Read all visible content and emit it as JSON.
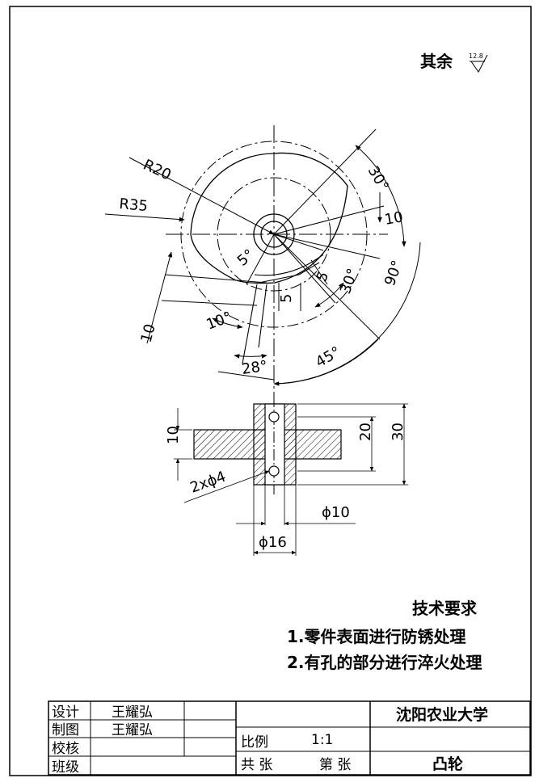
{
  "surface_note": {
    "label": "其余",
    "roughness": "12.8"
  },
  "cam_view": {
    "radius_labels": [
      "R20",
      "R35"
    ],
    "angle_labels": [
      "30°",
      "90°",
      "45°",
      "30°",
      "28°",
      "10°",
      "5°"
    ],
    "length_labels": [
      "10",
      "5",
      "5",
      "10"
    ]
  },
  "section_view": {
    "heights": [
      "10",
      "20",
      "30"
    ],
    "holes": "2xϕ4",
    "diameters": [
      "ϕ10",
      "ϕ16"
    ]
  },
  "tech_requirements": {
    "heading": "技术要求",
    "items": [
      "1.零件表面进行防锈处理",
      "2.有孔的部分进行淬火处理"
    ]
  },
  "title_block": {
    "rows": [
      {
        "role": "设计",
        "name": "王耀弘"
      },
      {
        "role": "制图",
        "name": "王耀弘"
      },
      {
        "role": "校核",
        "name": ""
      },
      {
        "role": "班级",
        "name": ""
      }
    ],
    "school": "沈阳农业大学",
    "scale_label": "比例",
    "scale_value": "1:1",
    "sheets_label": "共 张",
    "sheet_no_label": "第 张",
    "part_name": "凸轮"
  }
}
